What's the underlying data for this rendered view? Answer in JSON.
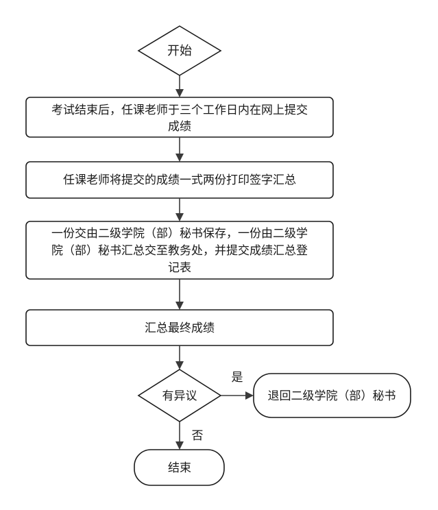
{
  "flowchart": {
    "start": "开始",
    "step1": {
      "line1": "考试结束后，任课老师于三个工作日内在网上提交",
      "line2": "成绩"
    },
    "step2": "任课老师将提交的成绩一式两份打印签字汇总",
    "step3": {
      "line1": "一份交由二级学院（部）秘书保存，一份由二级学",
      "line2": "院（部）秘书汇总交至教务处，并提交成绩汇总登",
      "line3": "记表"
    },
    "step4": "汇总最终成绩",
    "decision": "有异议",
    "yes_label": "是",
    "no_label": "否",
    "return_node": "退回二级学院（部）秘书",
    "end": "结束"
  }
}
